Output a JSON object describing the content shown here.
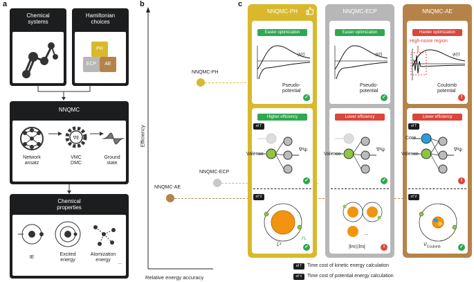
{
  "panel_a": {
    "letter": "a",
    "chem_systems": "Chemical\nsystems",
    "hamiltonian": "Hamiltonian\nchoices",
    "ham_ph": "PH",
    "ham_ecp": "ECP",
    "ham_ae": "AE",
    "nnqmc_title": "NNQMC",
    "network_ansatz": "Network\nansatz",
    "vmc_dmc": "VMC\nDMC",
    "ground_state": "Ground\nstate",
    "chem_props": "Chemical\nproperties",
    "ie": "IE",
    "excited": "Excited\nenergy",
    "atomization": "Atomization\nenergy",
    "ellipsis": "...",
    "grad_e": "∇E"
  },
  "panel_b": {
    "letter": "b",
    "ylabel": "Efficiency",
    "xlabel": "Relative energy accuracy",
    "pt_ph": "NNQMC-PH",
    "pt_ecp": "NNQMC-ECP",
    "pt_ae": "NNQMC-AE"
  },
  "panel_c": {
    "letter": "c",
    "columns": [
      {
        "title": "NNQMC-PH",
        "opt_tag": "Easier optimization",
        "opt_label": "Pseudo-\npotential",
        "eff_tag": "Higher efficiency",
        "bottom_label": "L̂²",
        "fl": "FL"
      },
      {
        "title": "NNQMC-ECP",
        "opt_tag": "Easier optimization",
        "opt_label": "Pseudo-\npotential",
        "eff_tag": "Lower efficiency",
        "bottom_label": "|lm⟩⟨lm|"
      },
      {
        "title": "NNQMC-AE",
        "opt_tag": "Harder optimization",
        "opt_label": "Coulomb\npotential",
        "eff_tag": "Lower efficiency",
        "bottom_label": "V",
        "bottom_sub": "Coulomb",
        "noise": "High-noise region",
        "core": "Core"
      }
    ],
    "psi": "ψ(r)",
    "valence": "Valence",
    "lap": "∇²ψ",
    "of_t": "of T",
    "of_v": "of V",
    "ellipsis": "..."
  },
  "legend": {
    "t_text": "Time cost of kinetic energy calculation",
    "v_text": "Time cost of potential energy calculation"
  },
  "colors": {
    "ph": "#d9b92b",
    "ecp": "#b7b7b7",
    "ae": "#b5834a",
    "green": "#2fa84f",
    "red": "#d9463b",
    "orange": "#f29410",
    "dark": "#1b1d1f"
  }
}
